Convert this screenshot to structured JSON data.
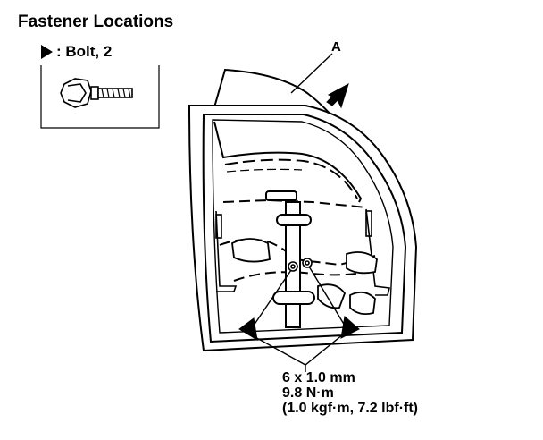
{
  "title": "Fastener Locations",
  "legend": {
    "label": ": Bolt, 2",
    "marker_icon": "bolt-triangle-marker"
  },
  "callout": {
    "label": "A"
  },
  "spec": {
    "line1": "6 x 1.0 mm",
    "line2": "9.8 N·m",
    "line3": "(1.0 kgf·m, 7.2 lbf·ft)"
  }
}
